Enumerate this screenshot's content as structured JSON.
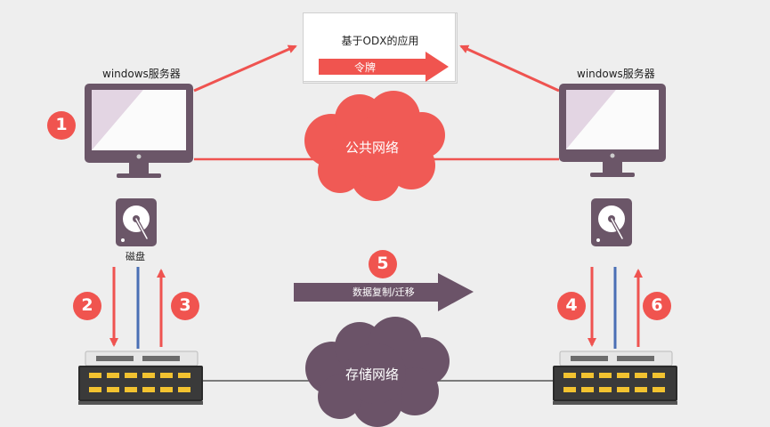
{
  "odx_box": {
    "title": "基于ODX的应用",
    "token_label": "令牌"
  },
  "left_server": {
    "label": "windows服务器",
    "disk_label": "磁盘"
  },
  "right_server": {
    "label": "windows服务器"
  },
  "public_network": {
    "label": "公共网络"
  },
  "storage_network": {
    "label": "存储网络"
  },
  "migration": {
    "label": "数据复制/迁移"
  },
  "steps": [
    "1",
    "2",
    "3",
    "4",
    "5",
    "6"
  ],
  "colors": {
    "accent_red": "#f0544f",
    "arrow_red": "#ef5350",
    "plum": "#6b5368",
    "monitor_frame": "#6b5668",
    "screen_fill": "#e3d5e3",
    "blue_line": "#4a6fb5"
  }
}
